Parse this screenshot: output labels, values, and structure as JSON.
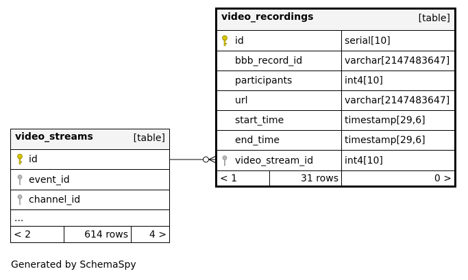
{
  "tables": {
    "video_recordings": {
      "name": "video_recordings",
      "type": "[table]",
      "columns": [
        {
          "name": "id",
          "type": "serial[10]",
          "key": "primary"
        },
        {
          "name": "bbb_record_id",
          "type": "varchar[2147483647]",
          "key": "none"
        },
        {
          "name": "participants",
          "type": "int4[10]",
          "key": "none"
        },
        {
          "name": "url",
          "type": "varchar[2147483647]",
          "key": "none"
        },
        {
          "name": "start_time",
          "type": "timestamp[29,6]",
          "key": "none"
        },
        {
          "name": "end_time",
          "type": "timestamp[29,6]",
          "key": "none"
        },
        {
          "name": "video_stream_id",
          "type": "int4[10]",
          "key": "foreign"
        }
      ],
      "footer": {
        "parents": "< 1",
        "rows": "31 rows",
        "children": "0 >"
      }
    },
    "video_streams": {
      "name": "video_streams",
      "type": "[table]",
      "columns": [
        {
          "name": "id",
          "key": "primary"
        },
        {
          "name": "event_id",
          "key": "foreign"
        },
        {
          "name": "channel_id",
          "key": "foreign"
        }
      ],
      "more": "...",
      "footer": {
        "parents": "< 2",
        "rows": "614 rows",
        "children": "4 >"
      }
    }
  },
  "relationship": {
    "from": "video_recordings.video_stream_id",
    "to": "video_streams.id"
  },
  "generated_by": "Generated by SchemaSpy",
  "colors": {
    "primary_key": "#d8c600",
    "foreign_key": "#b0b0b0",
    "header_bg": "#f4f4f4"
  }
}
